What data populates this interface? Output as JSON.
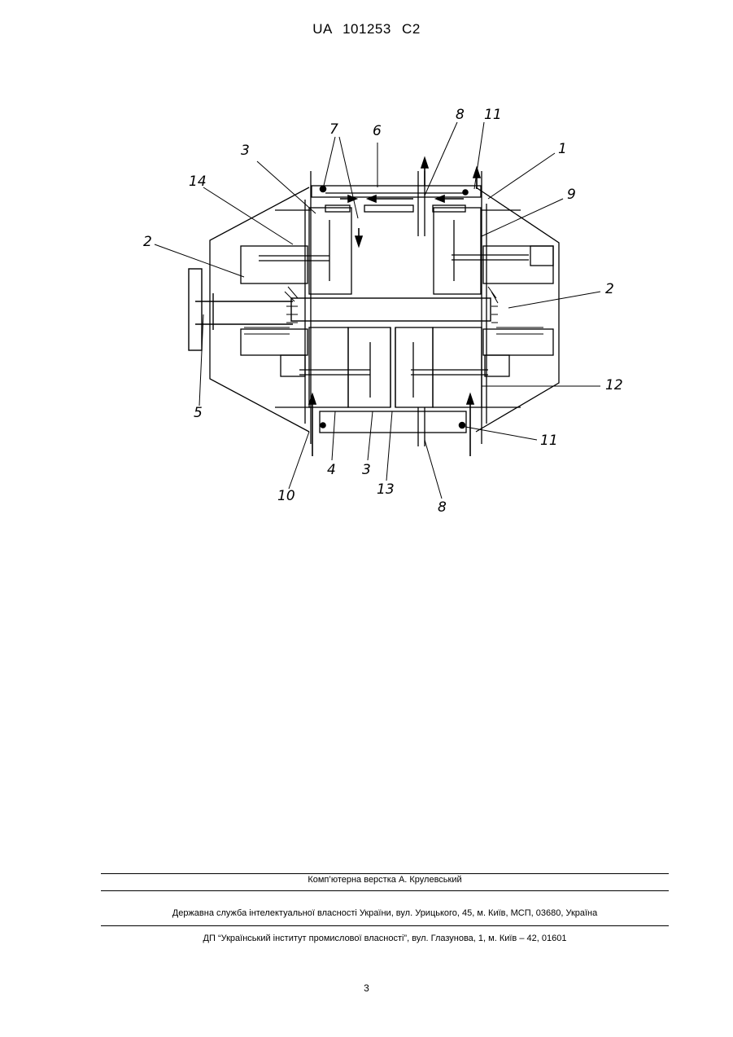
{
  "header": {
    "patent_number": "UA   101253   C2"
  },
  "figure": {
    "labels": {
      "l1": "1",
      "l2_left": "2",
      "l2_right": "2",
      "l3_top": "3",
      "l3_bottom": "3",
      "l4": "4",
      "l5": "5",
      "l6": "6",
      "l7": "7",
      "l8_top": "8",
      "l8_bottom": "8",
      "l9": "9",
      "l10": "10",
      "l11_top": "11",
      "l11_bottom": "11",
      "l12": "12",
      "l13": "13",
      "l14": "14"
    }
  },
  "footer": {
    "layout_credit": "Комп’ютерна верстка А. Крулевський",
    "office_address": "Державна служба інтелектуальної власності України, вул. Урицького, 45, м. Київ, МСП, 03680, Україна",
    "institute_address": "ДП “Український інститут промислової власності”, вул. Глазунова, 1, м. Київ – 42, 01601"
  },
  "page_number": "3"
}
